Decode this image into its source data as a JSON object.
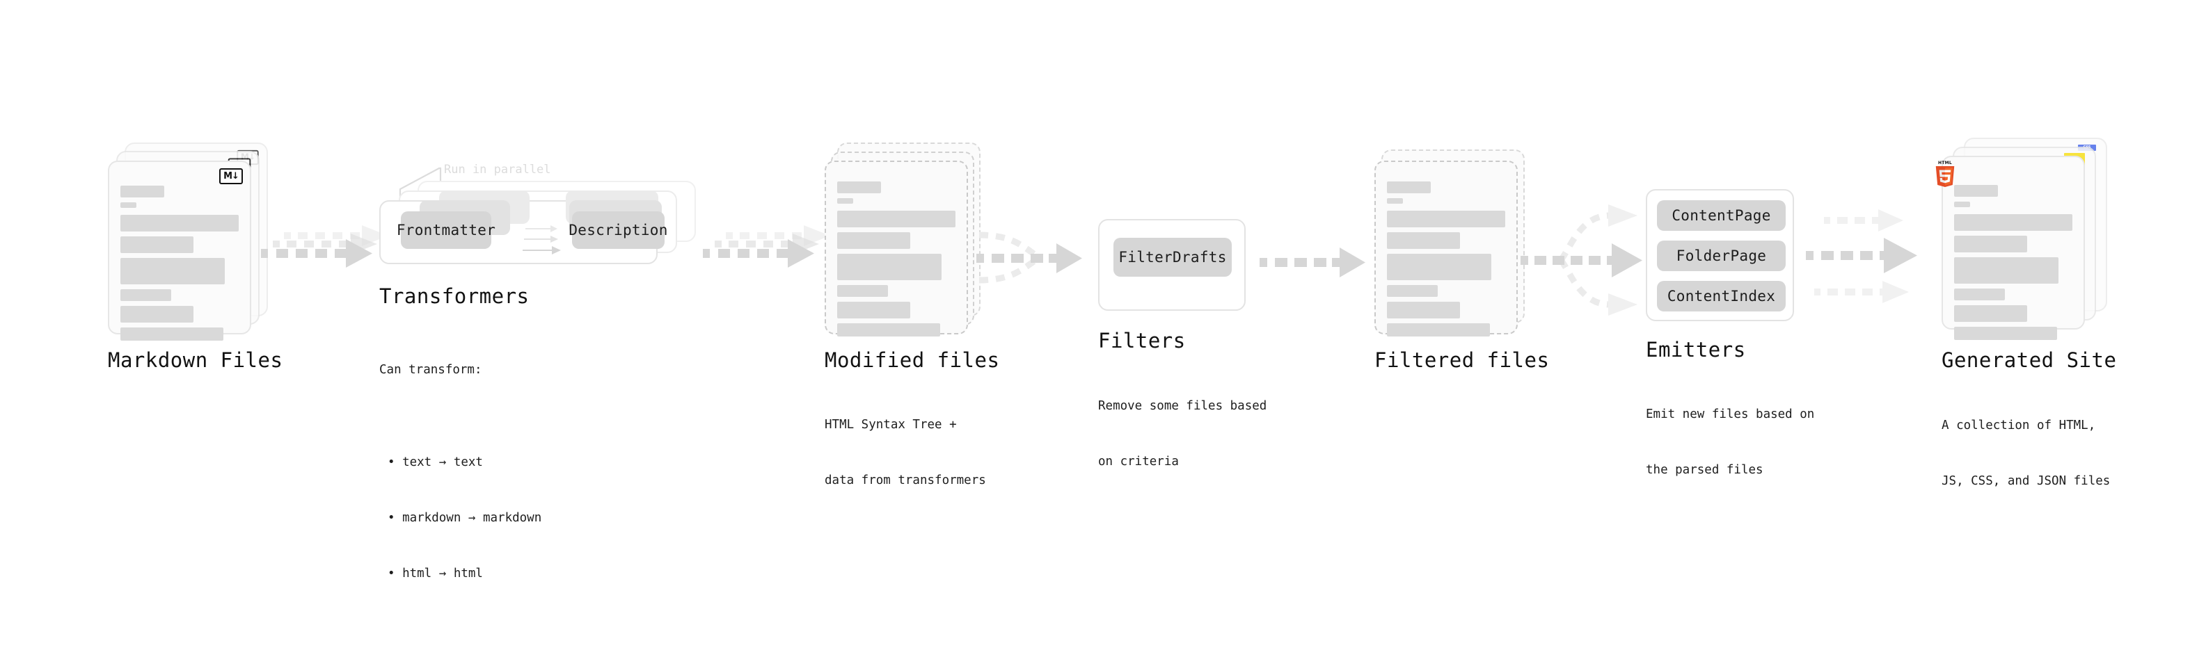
{
  "diagram": {
    "title_suppressed": true,
    "colors": {
      "bar": "#d9d9d9",
      "chip": "#d6d6d6",
      "box_border": "#e3e3e3",
      "dashed_border": "#c9c9c9",
      "arrow": "#d6d6d6",
      "muted_text": "#dcdcdc",
      "md_badge": "#111111",
      "css_badge": "#264de4",
      "js_badge": "#f7df1e",
      "html5_badge": "#e44d26"
    }
  },
  "stages": [
    {
      "id": "markdown-files",
      "title": "Markdown Files",
      "description": "",
      "badge": "markdown-badge",
      "badge_label": "M",
      "stacked": 3,
      "style": "solid"
    },
    {
      "id": "transformers",
      "title": "Transformers",
      "description_heading": "Can transform:",
      "description_items": [
        "• text → text",
        "• markdown → markdown",
        "• html → html"
      ],
      "annotation": "Run in parallel",
      "chips": [
        "Frontmatter",
        "Description"
      ],
      "stacked": 3
    },
    {
      "id": "modified-files",
      "title": "Modified files",
      "description_lines": [
        "HTML Syntax Tree +",
        "data from transformers"
      ],
      "stacked": 3,
      "style": "dashed"
    },
    {
      "id": "filters",
      "title": "Filters",
      "description_lines": [
        "Remove some files based",
        "on criteria"
      ],
      "chips": [
        "FilterDrafts"
      ]
    },
    {
      "id": "filtered-files",
      "title": "Filtered files",
      "description_lines": [],
      "stacked": 2,
      "style": "dashed"
    },
    {
      "id": "emitters",
      "title": "Emitters",
      "description_lines": [
        "Emit new files based on",
        "the parsed files"
      ],
      "chips": [
        "ContentPage",
        "FolderPage",
        "ContentIndex"
      ]
    },
    {
      "id": "generated-site",
      "title": "Generated Site",
      "description_lines": [
        "A collection of HTML,",
        "JS, CSS, and JSON files"
      ],
      "badges": [
        "css-badge",
        "js-badge",
        "html5-badge"
      ],
      "badge_labels": {
        "css": "CSS",
        "html5": "HTML"
      },
      "stacked": 3,
      "style": "solid"
    }
  ],
  "connectors": [
    {
      "id": "md-to-transformers",
      "kind": "stacked-parallel"
    },
    {
      "id": "transformers-to-modified",
      "kind": "stacked-parallel"
    },
    {
      "id": "modified-to-filters",
      "kind": "converging"
    },
    {
      "id": "filters-to-filtered",
      "kind": "single"
    },
    {
      "id": "filtered-to-emitters",
      "kind": "diverging"
    },
    {
      "id": "emitters-to-site",
      "kind": "three-parallel"
    }
  ]
}
